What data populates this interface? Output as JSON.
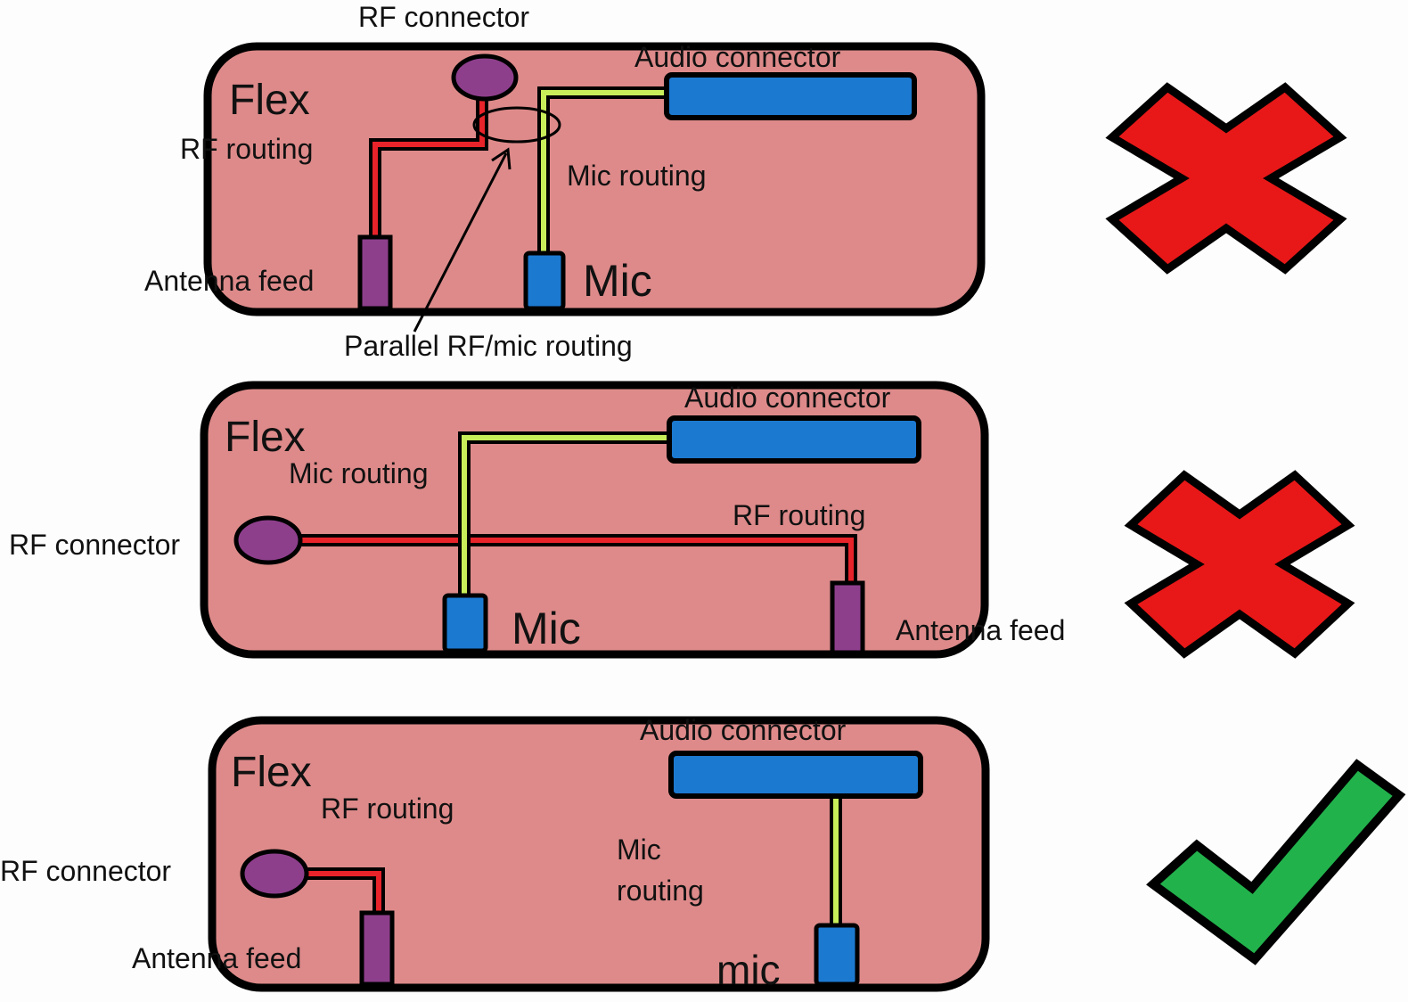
{
  "colors": {
    "flex_fill": "#de8a8a",
    "outline": "#000000",
    "rf_trace": "#e8232a",
    "mic_trace": "#c8ee5a",
    "audio_connector": "#1c79d0",
    "mic_component": "#1c79d0",
    "rf_connector": "#8e3f8c",
    "antenna_feed": "#8e3f8c",
    "bad_mark": "#e81818",
    "good_mark": "#22b24c"
  },
  "panels": [
    {
      "id": "panel-1",
      "verdict": "bad",
      "verdict_icon": "cross-icon",
      "labels": {
        "flex": "Flex",
        "rf_connector": "RF connector",
        "audio_connector": "Audio connector",
        "rf_routing": "RF routing",
        "mic_routing": "Mic routing",
        "antenna_feed": "Antenna feed",
        "mic": "Mic",
        "callout": "Parallel RF/mic routing"
      }
    },
    {
      "id": "panel-2",
      "verdict": "bad",
      "verdict_icon": "cross-icon",
      "labels": {
        "flex": "Flex",
        "audio_connector": "Audio connector",
        "mic_routing": "Mic routing",
        "rf_connector": "RF connector",
        "rf_routing": "RF routing",
        "mic": "Mic",
        "antenna_feed": "Antenna feed"
      }
    },
    {
      "id": "panel-3",
      "verdict": "good",
      "verdict_icon": "checkmark-icon",
      "labels": {
        "flex": "Flex",
        "audio_connector": "Audio connector",
        "rf_routing": "RF routing",
        "rf_connector": "RF connector",
        "mic_routing_line1": "Mic",
        "mic_routing_line2": "routing",
        "antenna_feed": "Antenna feed",
        "mic": "mic"
      }
    }
  ]
}
